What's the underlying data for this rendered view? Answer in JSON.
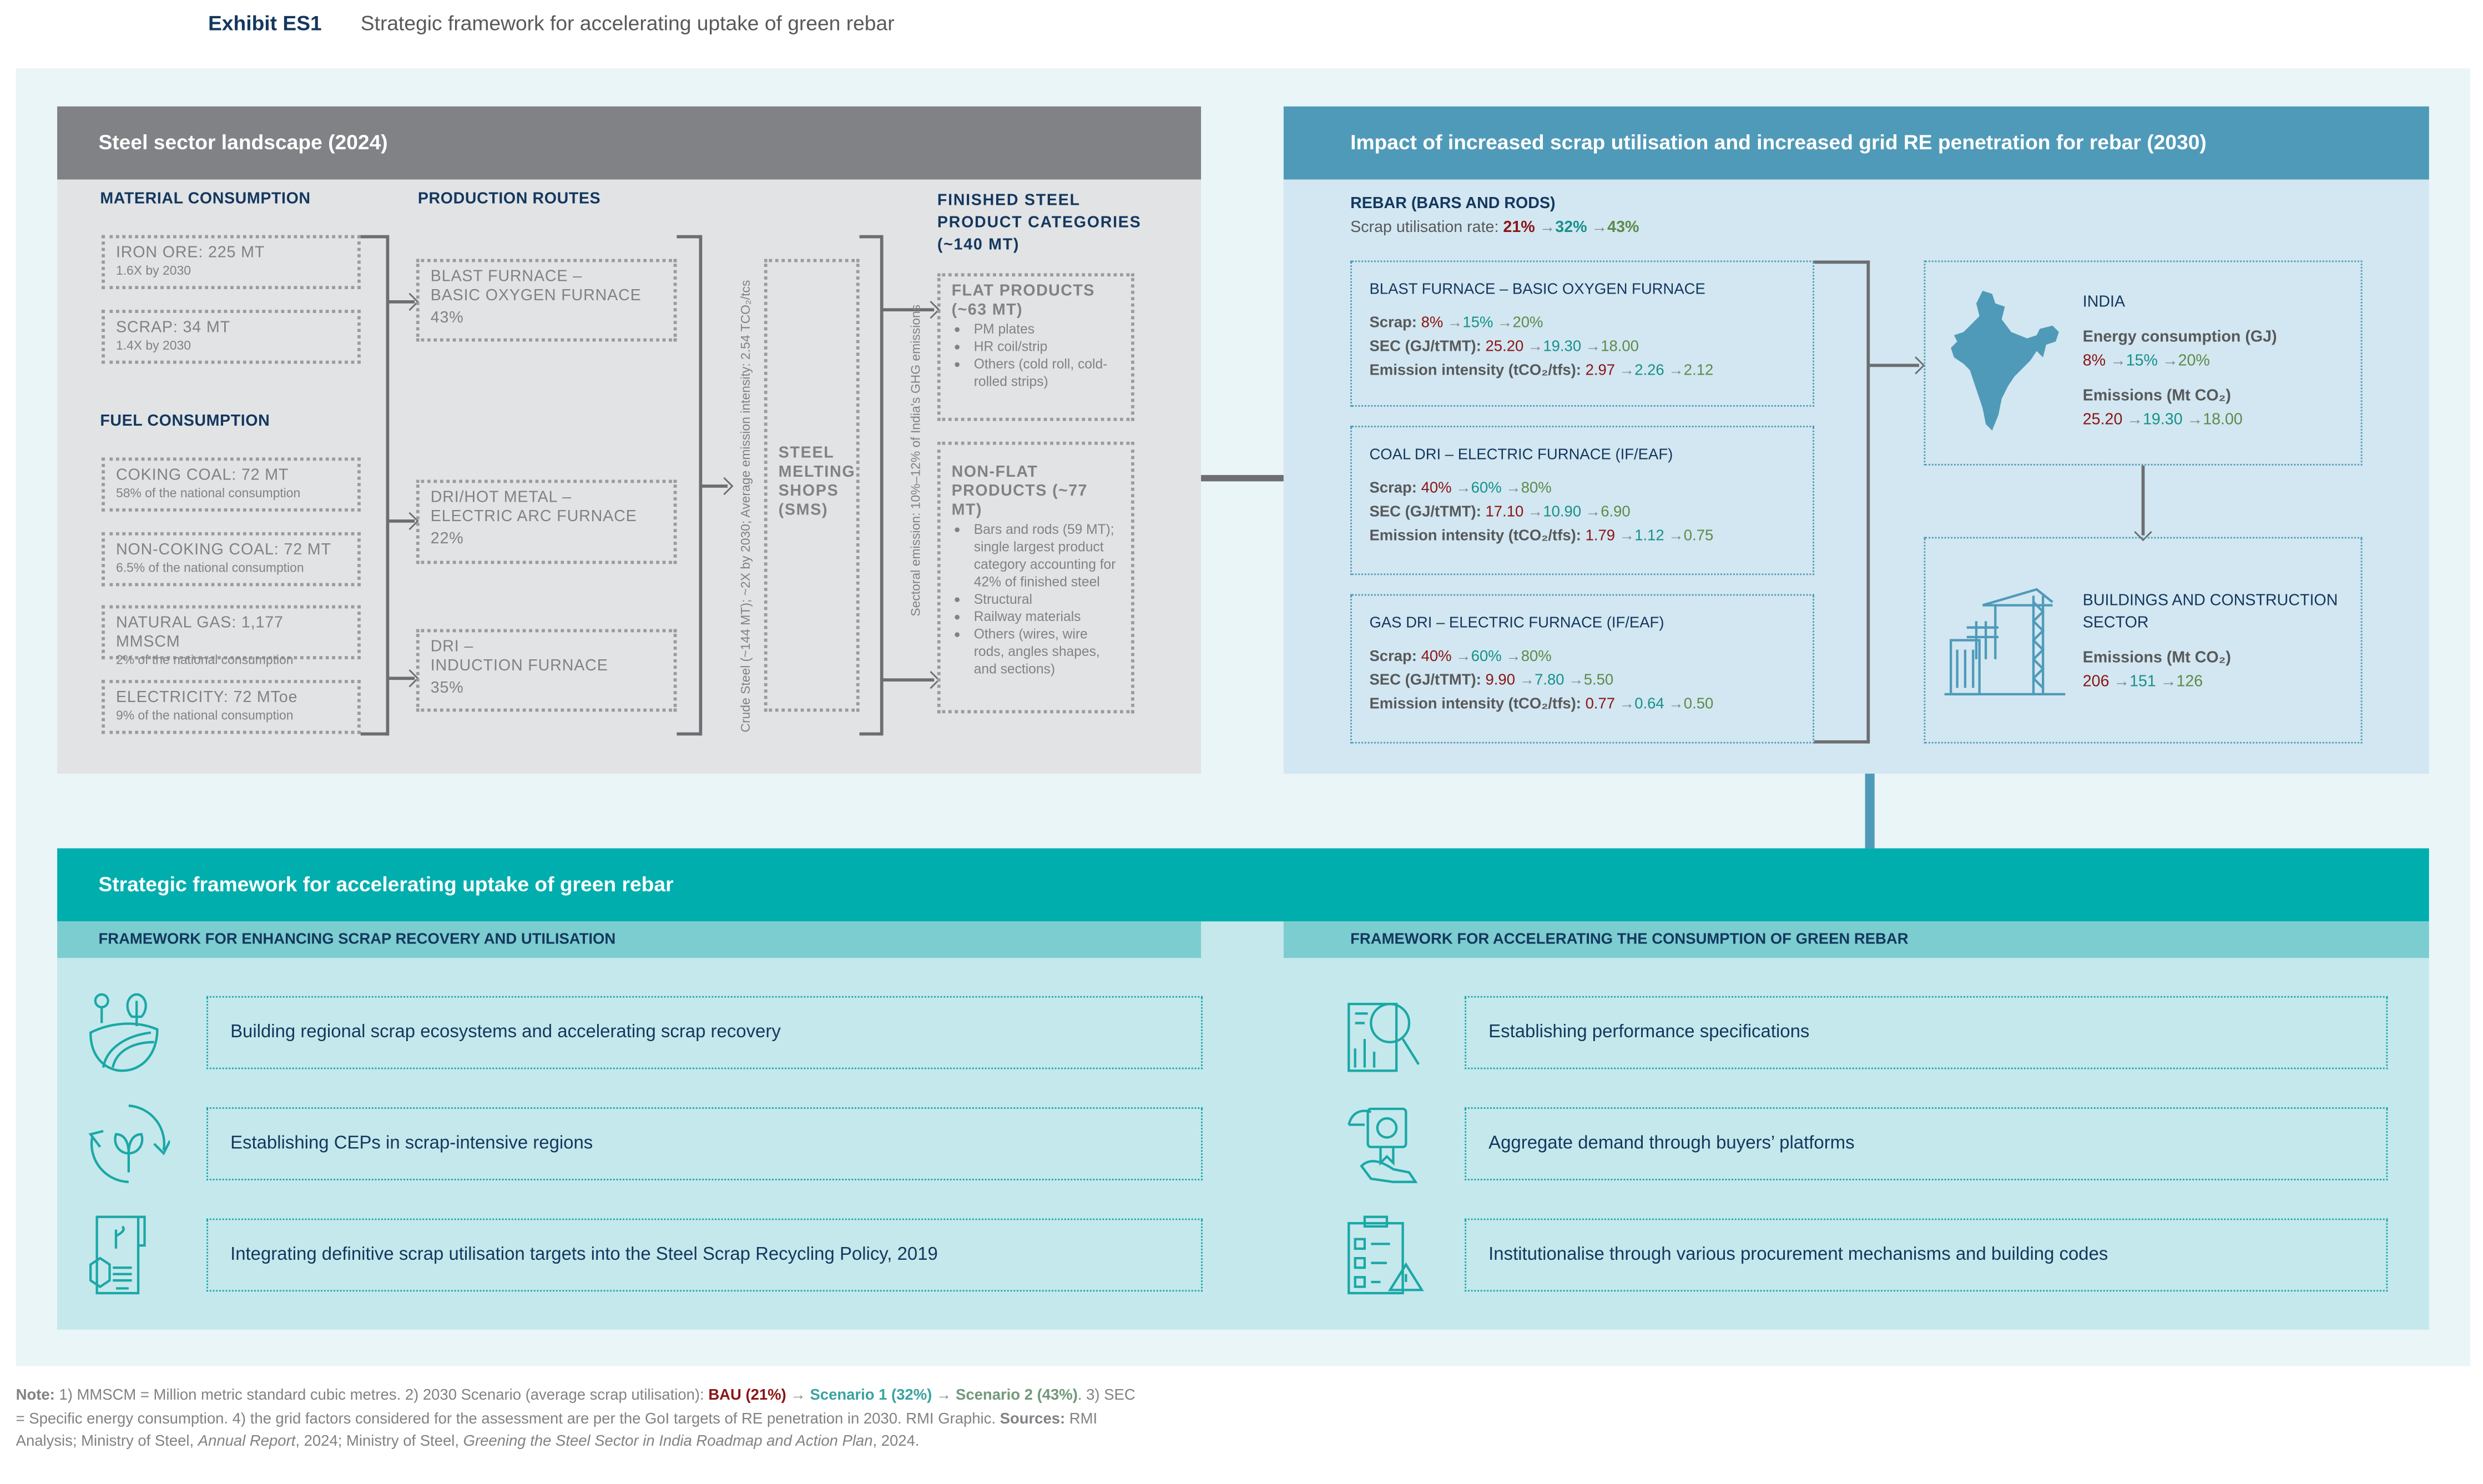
{
  "exhibit": {
    "label": "Exhibit ES1",
    "title": "Strategic framework for accelerating uptake of green rebar"
  },
  "colors": {
    "bau": "#8b1414",
    "scenario1": "#17908c",
    "scenario2": "#5e8a4c",
    "navy": "#14375e",
    "teal": "#00aeae"
  },
  "landscape": {
    "title": "Steel sector landscape (2024)",
    "material_label": "MATERIAL CONSUMPTION",
    "materials": [
      {
        "name": "IRON ORE: 225 MT",
        "sub": "1.6X by 2030"
      },
      {
        "name": "SCRAP: 34 MT",
        "sub": "1.4X by 2030"
      }
    ],
    "fuel_label": "FUEL CONSUMPTION",
    "fuels": [
      {
        "name": "COKING COAL: 72 MT",
        "sub": "58% of the national consumption"
      },
      {
        "name": "NON-COKING COAL: 72 MT",
        "sub": "6.5% of the national consumption"
      },
      {
        "name": "NATURAL GAS: 1,177 MMSCM",
        "sub": "2% of the national consumption"
      },
      {
        "name": "ELECTRICITY: 72 MToe",
        "sub": "9% of the national consumption"
      }
    ],
    "routes_label": "PRODUCTION ROUTES",
    "routes": [
      {
        "line1": "BLAST FURNACE –",
        "line2": "BASIC OXYGEN FURNACE",
        "share": "43%"
      },
      {
        "line1": "DRI/HOT METAL –",
        "line2": "ELECTRIC ARC FURNACE",
        "share": "22%"
      },
      {
        "line1": "DRI –",
        "line2": "INDUCTION FURNACE",
        "share": "35%"
      }
    ],
    "crude_steel_note": "Crude Steel (~144 MT); ~2X by 2030; Average emission intensity: 2.54 TCO₂/tcs",
    "sms": "STEEL MELTING SHOPS (SMS)",
    "sectoral_note": "Sectoral emission: 10%–12% of India's GHG emissions",
    "finished_label": "FINISHED STEEL PRODUCT CATEGORIES (~140 MT)",
    "flat": {
      "title": "FLAT PRODUCTS (~63 MT)",
      "items": [
        "PM plates",
        "HR coil/strip",
        "Others (cold roll, cold-rolled strips)"
      ]
    },
    "nonflat": {
      "title": "NON-FLAT PRODUCTS (~77 MT)",
      "items": [
        "Bars and rods (59 MT); single largest product category accounting for 42% of finished steel",
        "Structural",
        "Railway materials",
        "Others (wires, wire rods, angles shapes, and sections)"
      ]
    }
  },
  "impact": {
    "title": "Impact of increased scrap utilisation and increased grid RE penetration for rebar (2030)",
    "rebar_label": "REBAR (BARS AND RODS)",
    "scrap_rate_label": "Scrap utilisation rate:",
    "scrap_rate": [
      "21%",
      "32%",
      "43%"
    ],
    "routes": [
      {
        "name": "BLAST FURNACE – BASIC OXYGEN FURNACE",
        "scrap": [
          "8%",
          "15%",
          "20%"
        ],
        "sec": [
          "25.20",
          "19.30",
          "18.00"
        ],
        "ei": [
          "2.97",
          "2.26",
          "2.12"
        ]
      },
      {
        "name": "COAL DRI – ELECTRIC FURNACE (IF/EAF)",
        "scrap": [
          "40%",
          "60%",
          "80%"
        ],
        "sec": [
          "17.10",
          "10.90",
          "6.90"
        ],
        "ei": [
          "1.79",
          "1.12",
          "0.75"
        ]
      },
      {
        "name": "GAS DRI – ELECTRIC FURNACE (IF/EAF)",
        "scrap": [
          "40%",
          "60%",
          "80%"
        ],
        "sec": [
          "9.90",
          "7.80",
          "5.50"
        ],
        "ei": [
          "0.77",
          "0.64",
          "0.50"
        ]
      }
    ],
    "labels": {
      "scrap": "Scrap:",
      "sec": "SEC (GJ/tTMT):",
      "ei": "Emission intensity (tCO₂/tfs):"
    },
    "india": {
      "title": "INDIA",
      "energy_label": "Energy consumption (GJ)",
      "energy": [
        "8%",
        "15%",
        "20%"
      ],
      "emissions_label": "Emissions (Mt CO₂)",
      "emissions": [
        "25.20",
        "19.30",
        "18.00"
      ]
    },
    "buildings": {
      "title": "BUILDINGS AND CONSTRUCTION SECTOR",
      "emissions_label": "Emissions (Mt CO₂)",
      "emissions": [
        "206",
        "151",
        "126"
      ]
    }
  },
  "framework": {
    "title": "Strategic framework for accelerating uptake of green rebar",
    "left": {
      "title": "FRAMEWORK FOR ENHANCING SCRAP RECOVERY AND UTILISATION",
      "items": [
        "Building regional scrap ecosystems and accelerating scrap recovery",
        "Establishing CEPs in scrap-intensive regions",
        "Integrating definitive scrap utilisation targets into the Steel Scrap Recycling Policy, 2019"
      ]
    },
    "right": {
      "title": "FRAMEWORK FOR ACCELERATING THE CONSUMPTION OF GREEN REBAR",
      "items": [
        "Establishing performance specifications",
        "Aggregate demand through buyers’ platforms",
        "Institutionalise through various procurement mechanisms and building codes"
      ]
    }
  },
  "note": {
    "label": "Note:",
    "part1": " 1) MMSCM = Million metric standard cubic metres. 2) 2030 Scenario (average scrap utilisation): ",
    "bau": "BAU (21%)",
    "s1": "Scenario 1 (32%)",
    "s2": "Scenario 2 (43%)",
    "part2": ". 3) SEC = Specific energy consumption. 4) the grid factors considered for the assessment are per the GoI targets of RE penetration in 2030. RMI Graphic. ",
    "sources_label": "Sources:",
    "part3": " RMI Analysis; Ministry of Steel, ",
    "ref1": "Annual Report",
    "part4": ", 2024; Ministry of Steel, ",
    "ref2": "Greening the Steel Sector in India Roadmap and Action Plan",
    "part5": ", 2024."
  }
}
